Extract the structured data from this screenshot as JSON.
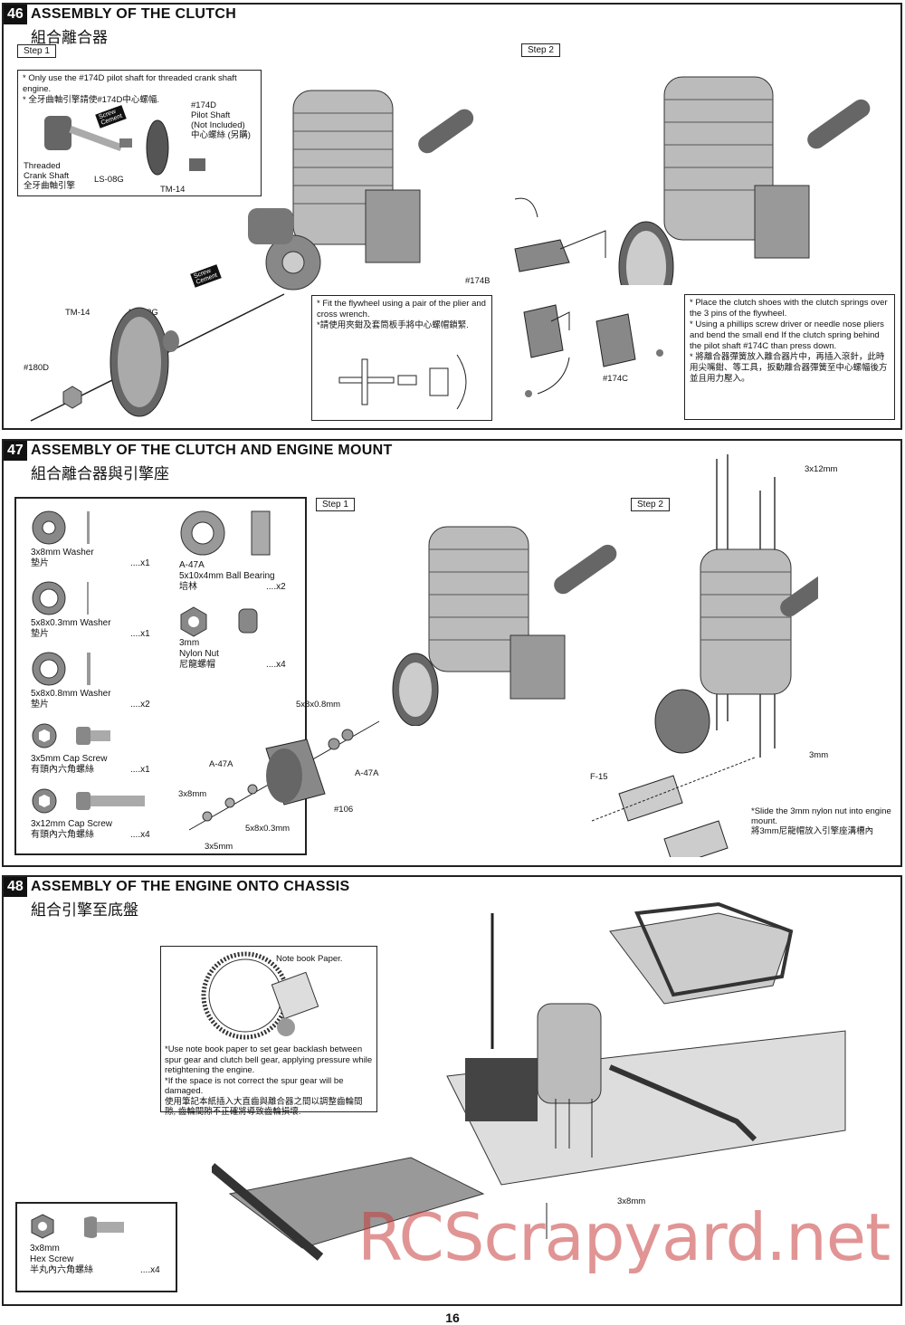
{
  "sections": [
    {
      "number": "46",
      "title": "ASSEMBLY OF THE CLUTCH",
      "title_cn": "組合離合器",
      "steps": [
        "Step 1",
        "Step 2"
      ],
      "note_pilot": "* Only use the #174D pilot shaft for threaded crank shaft engine.\n* 全牙曲軸引擎請使#174D中心螺幅.",
      "labels": {
        "pilot_shaft": "#174D\nPilot Shaft\n(Not Included)\n中心螺絲 (另購)",
        "threaded_crank": "Threaded\nCrank Shaft\n全牙曲軸引擎",
        "ls08g_a": "LS-08G",
        "tm14_a": "TM-14",
        "tm14_b": "TM-14",
        "ls08g_b": "LS-08G",
        "p180d": "#180D",
        "p174b": "#174B",
        "p174c": "#174C",
        "screw_cement_1": "Screw\nCement",
        "screw_cement_2": "Screw\nCement"
      },
      "note_flywheel": "* Fit the flywheel using a pair of the plier and cross wrench.\n*請使用夾鉗及套筒板手將中心螺帽鎖緊.",
      "note_clutch": "* Place the clutch shoes with the clutch springs over the 3 pins of the flywheel.\n* Using a phillips screw driver or needle nose pliers and bend the small end If the clutch spring behind the pilot shaft #174C than press down.\n* 將離合器彈簧放入離合器片中，再插入滾針，此時用尖嘴鉗、等工具，扳動離合器彈簧至中心螺幅後方並且用力壓入。"
    },
    {
      "number": "47",
      "title": "ASSEMBLY OF THE CLUTCH AND ENGINE MOUNT",
      "title_cn": "組合離合器與引擎座",
      "steps": [
        "Step 1",
        "Step 2"
      ],
      "parts": [
        {
          "name": "3x8mm Washer",
          "cn": "墊片",
          "qty": "....x1"
        },
        {
          "name": "5x8x0.3mm Washer",
          "cn": "墊片",
          "qty": "....x1"
        },
        {
          "name": "5x8x0.8mm Washer",
          "cn": "墊片",
          "qty": "....x2"
        },
        {
          "name": "3x5mm Cap Screw",
          "cn": "有頭內六角螺絲",
          "qty": "....x1"
        },
        {
          "name": "3x12mm Cap Screw",
          "cn": "有頭內六角螺絲",
          "qty": "....x4"
        },
        {
          "name": "A-47A\n5x10x4mm Ball Bearing",
          "cn": "培林",
          "qty": "....x2"
        },
        {
          "name": "3mm\nNylon Nut",
          "cn": "尼龍螺帽",
          "qty": "....x4"
        }
      ],
      "labels": {
        "w5808": "5x8x0.8mm",
        "a47a_1": "A-47A",
        "a47a_2": "A-47A",
        "p106": "#106",
        "w3x8": "3x8mm",
        "w5803": "5x8x0.3mm",
        "s3x5": "3x5mm",
        "s3x12": "3x12mm",
        "n3mm": "3mm",
        "f15": "F-15"
      },
      "note_nut": "*Slide the 3mm nylon nut into engine mount.\n將3mm尼龍帽放入引擎座溝槽內"
    },
    {
      "number": "48",
      "title": "ASSEMBLY OF THE ENGINE ONTO CHASSIS",
      "title_cn": "組合引擎至底盤",
      "note_paper_label": "Note book Paper.",
      "note_gear": "*Use note book paper to set gear backlash between spur gear and clutch bell gear, applying pressure while retightening the engine.\n*If the space is not correct the spur gear will be damaged.\n使用筆記本紙插入大直齒與離合器之間以調整齒輪間隙, 齒輪間隙不正確將導致齒輪損壞.",
      "labels": {
        "s3x8": "3x8mm"
      },
      "part": {
        "name": "3x8mm\nHex Screw",
        "cn": "半丸內六角螺絲",
        "qty": "....x4"
      }
    }
  ],
  "page_number": "16",
  "watermark": "RCScrapyard.net"
}
